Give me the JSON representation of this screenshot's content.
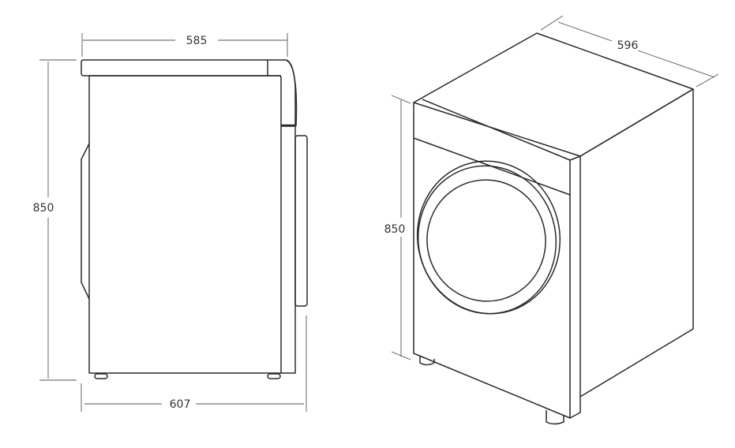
{
  "side_view": {
    "top_width": "585",
    "height": "850",
    "total_depth": "607"
  },
  "iso_view": {
    "height": "850",
    "width": "596"
  },
  "colors": {
    "line": "#2a2a2a",
    "dimension": "#555555",
    "background": "#ffffff"
  }
}
